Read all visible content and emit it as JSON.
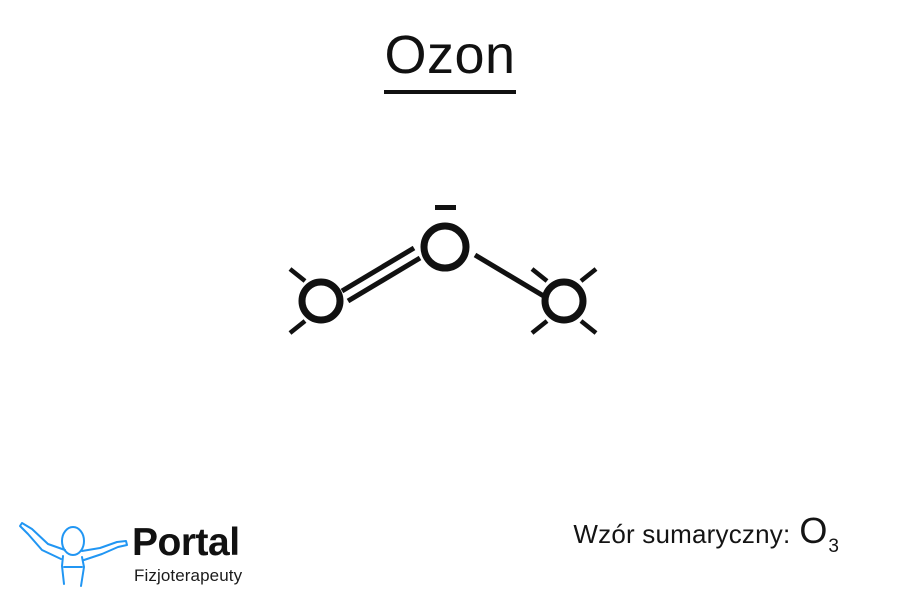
{
  "page": {
    "title": "Ozon",
    "background_color": "#ffffff",
    "ink_color": "#111111"
  },
  "heading": {
    "text": "Ozon",
    "underlined": true
  },
  "molecule": {
    "name": "Ozon",
    "diagram_type": "lewis-structure",
    "atoms": [
      {
        "id": "o-left",
        "symbol": "O",
        "charge": "",
        "lone_pair_count": 2,
        "position": "left"
      },
      {
        "id": "o-center",
        "symbol": "O",
        "charge": "−",
        "lone_pair_count": 0,
        "position": "center-top"
      },
      {
        "id": "o-right",
        "symbol": "O",
        "charge": "",
        "lone_pair_count": 4,
        "position": "right"
      }
    ],
    "bonds": [
      {
        "id": "bond-left",
        "from": "o-left",
        "to": "o-center",
        "order": 2,
        "label": "double-bond"
      },
      {
        "id": "bond-right",
        "from": "o-center",
        "to": "o-right",
        "order": 1,
        "label": "single-bond"
      }
    ],
    "charge_symbol": "−"
  },
  "formula": {
    "label": "Wzór sumaryczny:",
    "element": "O",
    "subscript": "3",
    "full": "O3"
  },
  "logo": {
    "primary": "Portal",
    "secondary": "Fizjoterapeuty",
    "figure_icon": "person-arms-raised-icon",
    "figure_color": "#2196f3"
  }
}
